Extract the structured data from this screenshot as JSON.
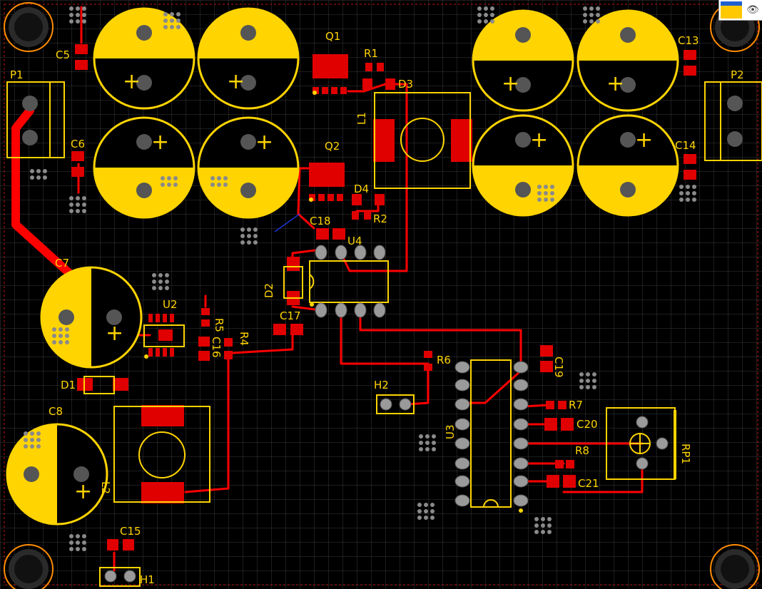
{
  "designators": {
    "P1": "P1",
    "P2": "P2",
    "C5": "C5",
    "C6": "C6",
    "C7": "C7",
    "C8": "C8",
    "C13": "C13",
    "C14": "C14",
    "C15": "C15",
    "C16": "C16",
    "C17": "C17",
    "C18": "C18",
    "C19": "C19",
    "C20": "C20",
    "C21": "C21",
    "Q1": "Q1",
    "Q2": "Q2",
    "R1": "R1",
    "R2": "R2",
    "R4": "R4",
    "R5": "R5",
    "R6": "R6",
    "R7": "R7",
    "R8": "R8",
    "D1": "D1",
    "D2": "D2",
    "D3": "D3",
    "D4": "D4",
    "L1": "L1",
    "L2": "L2",
    "U2": "U2",
    "U3": "U3",
    "U4": "U4",
    "H1": "H1",
    "H2": "H2",
    "RP1": "RP1"
  },
  "layer_widget": {
    "icon": "eye-icon"
  },
  "colors": {
    "background": "#000000",
    "grid": "#3a3a3a",
    "top_copper": "#ff0000",
    "overlay": "#ffd400",
    "pad": "#b8b8b8",
    "keepout": "#c01010"
  }
}
